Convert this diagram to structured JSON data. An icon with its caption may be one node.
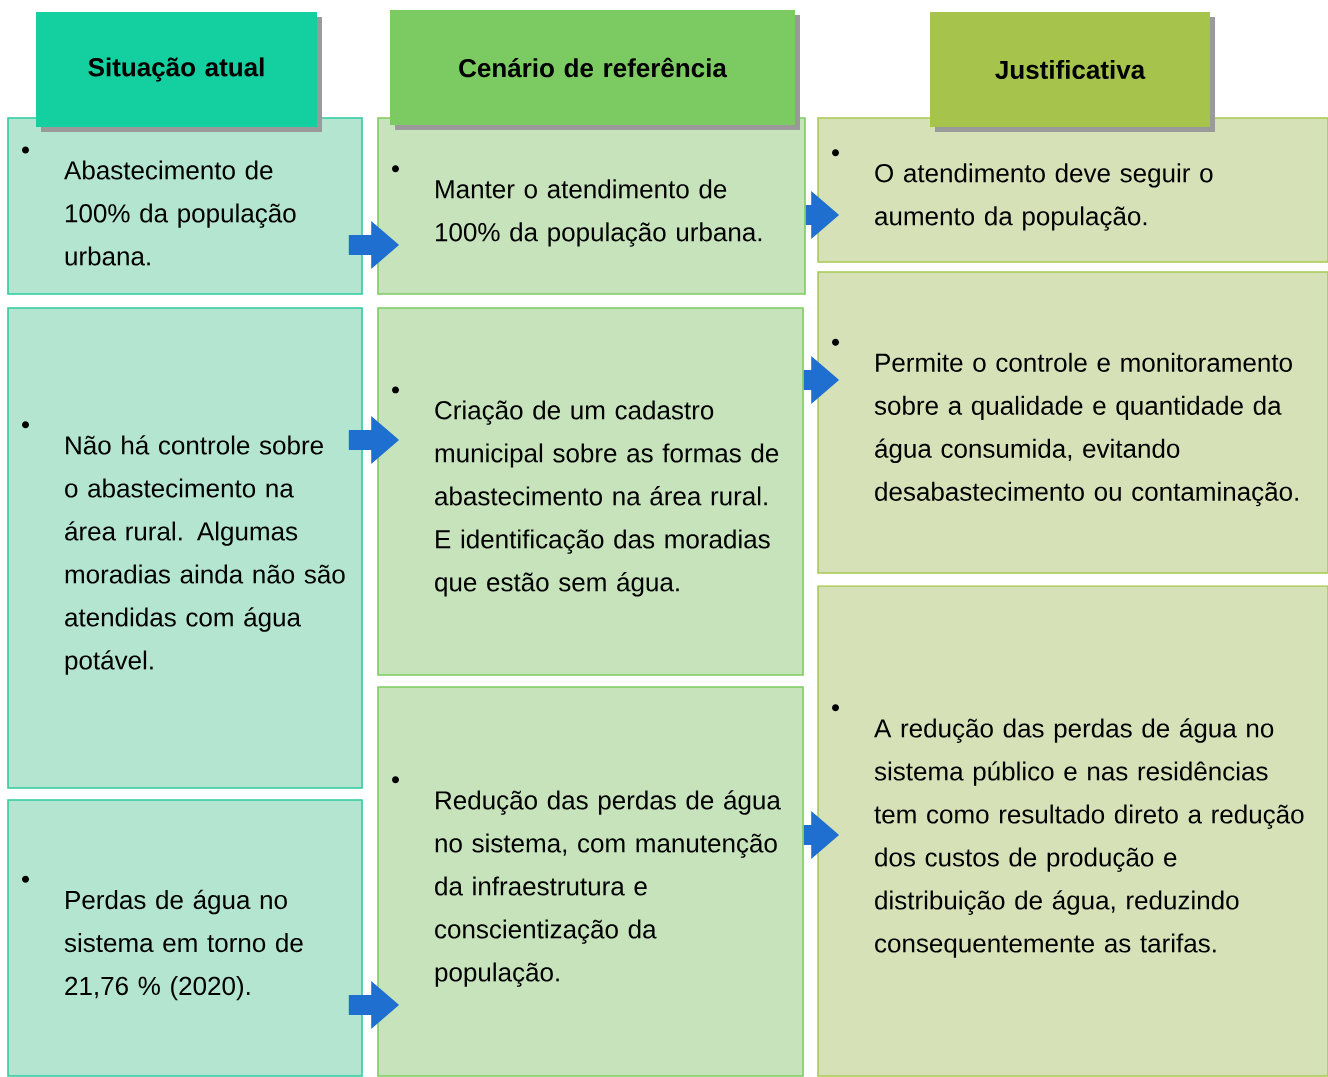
{
  "diagram": {
    "nodes": [
      {
        "text": [
          "Situação atual"
        ]
      },
      {
        "text": [
          "Cenário de referência"
        ]
      },
      {
        "text": [
          "Justificativa"
        ]
      },
      {
        "text": [
          "Abastecimento de 100% da população urbana."
        ]
      },
      {
        "text": [
          "Manter o atendimento de 100% da população urbana."
        ]
      },
      {
        "text": [
          "O atendimento deve seguir o aumento da população."
        ]
      },
      {
        "text": [
          "Não há controle sobre o abastecimento na área rural. Algumas moradias ainda não são atendidas com água potável."
        ]
      },
      {
        "text": [
          "Criação de um cadastro municipal sobre as formas de abastecimento na área rural. E identificação das moradias que estão sem água."
        ]
      },
      {
        "text": [
          "Permite o controle e monitoramento sobre a qualidade e quantidade da água consumida, evitando desabastecimento ou contaminação."
        ]
      },
      {
        "text": [
          "Perdas de água no sistema em torno de 21,76 % (2020)."
        ]
      },
      {
        "text": [
          "Redução das perdas de água no sistema, com manutenção da infraestrutura e conscientização da população."
        ]
      },
      {
        "text": [
          "A redução das perdas de água no sistema público e nas residências tem como resultado direto a redução dos custos de produção e distribuição de água, reduzindo consequentemente as tarifas."
        ]
      }
    ],
    "edges": [
      {
        "from": 3,
        "to": 4,
        "arrow": "to"
      },
      {
        "from": 4,
        "to": 5,
        "arrow": "to"
      },
      {
        "from": 6,
        "to": 7,
        "arrow": "to"
      },
      {
        "from": 7,
        "to": 8,
        "arrow": "to"
      },
      {
        "from": 9,
        "to": 10,
        "arrow": "to"
      },
      {
        "from": 10,
        "to": 11,
        "arrow": "to"
      }
    ]
  }
}
